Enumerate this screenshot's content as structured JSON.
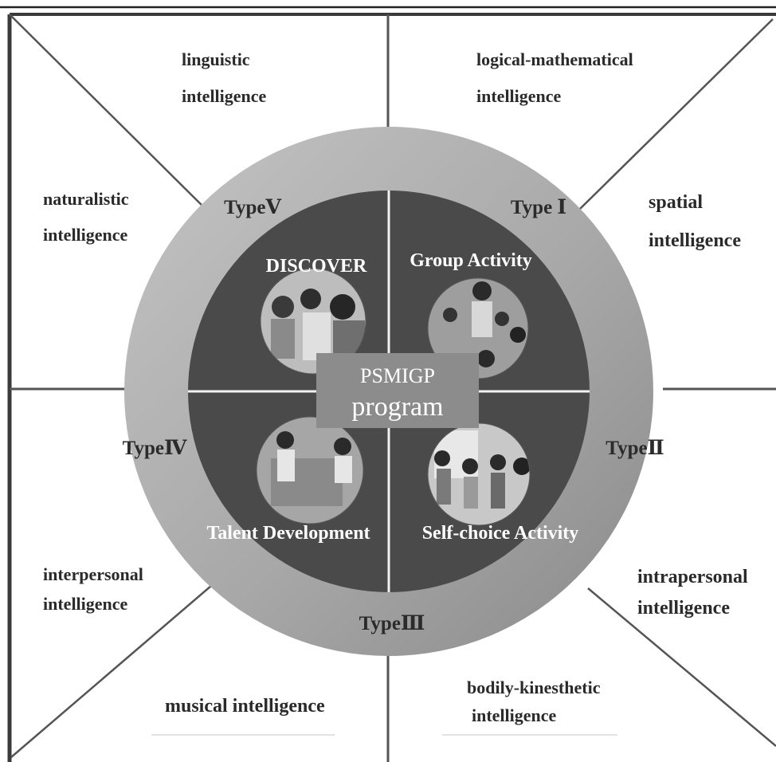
{
  "intelligences": {
    "linguistic": [
      "linguistic",
      "intelligence"
    ],
    "logical_mathematical": [
      "logical-mathematical",
      "intelligence"
    ],
    "spatial": [
      "spatial",
      "intelligence"
    ],
    "naturalistic": [
      "naturalistic",
      "intelligence"
    ],
    "interpersonal": [
      "interpersonal",
      "intelligence"
    ],
    "intrapersonal": [
      "intrapersonal",
      "intelligence"
    ],
    "musical": "musical intelligence",
    "bodily_kinesthetic": [
      "bodily-kinesthetic",
      "intelligence"
    ]
  },
  "types": {
    "type_1": "Type Ⅰ",
    "type_2": "TypeⅡ",
    "type_3": "TypeⅢ",
    "type_4": "TypeⅣ",
    "type_5": "TypeⅤ"
  },
  "quadrants": {
    "top_left": "DISCOVER",
    "top_right": "Group Activity",
    "bottom_left": "Talent Development",
    "bottom_right": "Self-choice Activity"
  },
  "center": {
    "line1": "PSMIGP",
    "line2": "program"
  },
  "colors": {
    "frame": "#3a3a3a",
    "ring_light": "#b9b9b9",
    "ring_dark": "#8f8f8f",
    "inner_disk": "#4a4a4a",
    "center_box": "#8c8c8c",
    "text": "#2a2a2a"
  }
}
